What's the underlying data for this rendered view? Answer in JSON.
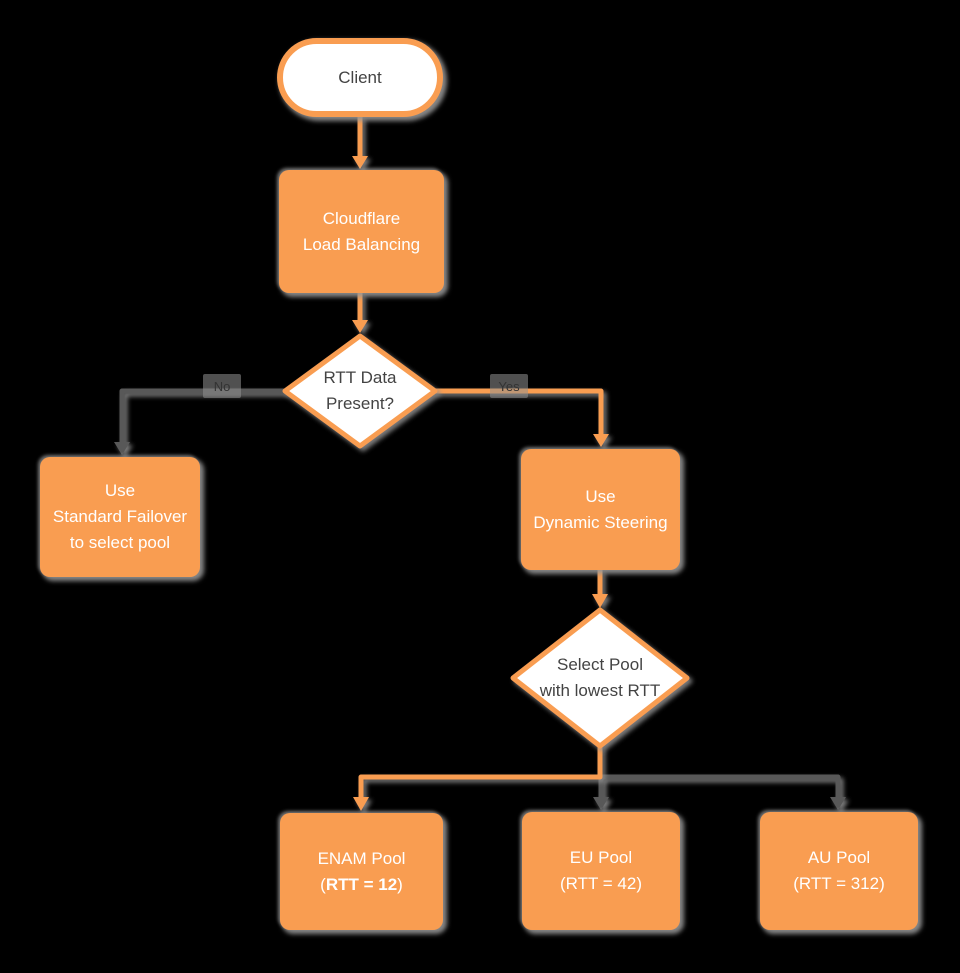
{
  "title": "Cloudflare Load Balancing dynamic steering flowchart",
  "colors": {
    "accent_orange": "#F99D51",
    "connector_gray": "#595959",
    "shape_fill": "#FFFFFF",
    "text_dark": "#434343",
    "text_light": "#FFFFFF",
    "background": "#000000"
  },
  "nodes": {
    "client": {
      "label": "Client"
    },
    "cloudflare_lb": {
      "label": "Cloudflare\nLoad Balancing"
    },
    "rtt_decision": {
      "label": "RTT Data\nPresent?"
    },
    "standard_failover": {
      "label": "Use\nStandard Failover\nto select pool"
    },
    "dynamic_steering": {
      "label": "Use\nDynamic Steering"
    },
    "select_pool_decision": {
      "label": "Select Pool\nwith lowest RTT"
    },
    "enam_pool": {
      "line1": "ENAM Pool",
      "line2_open": "(",
      "line2_bold": "RTT = 12",
      "line2_close": ")"
    },
    "eu_pool": {
      "label": "EU Pool\n(RTT = 42)"
    },
    "au_pool": {
      "label": "AU Pool\n(RTT = 312)"
    }
  },
  "edge_labels": {
    "no": "No",
    "yes": "Yes"
  }
}
